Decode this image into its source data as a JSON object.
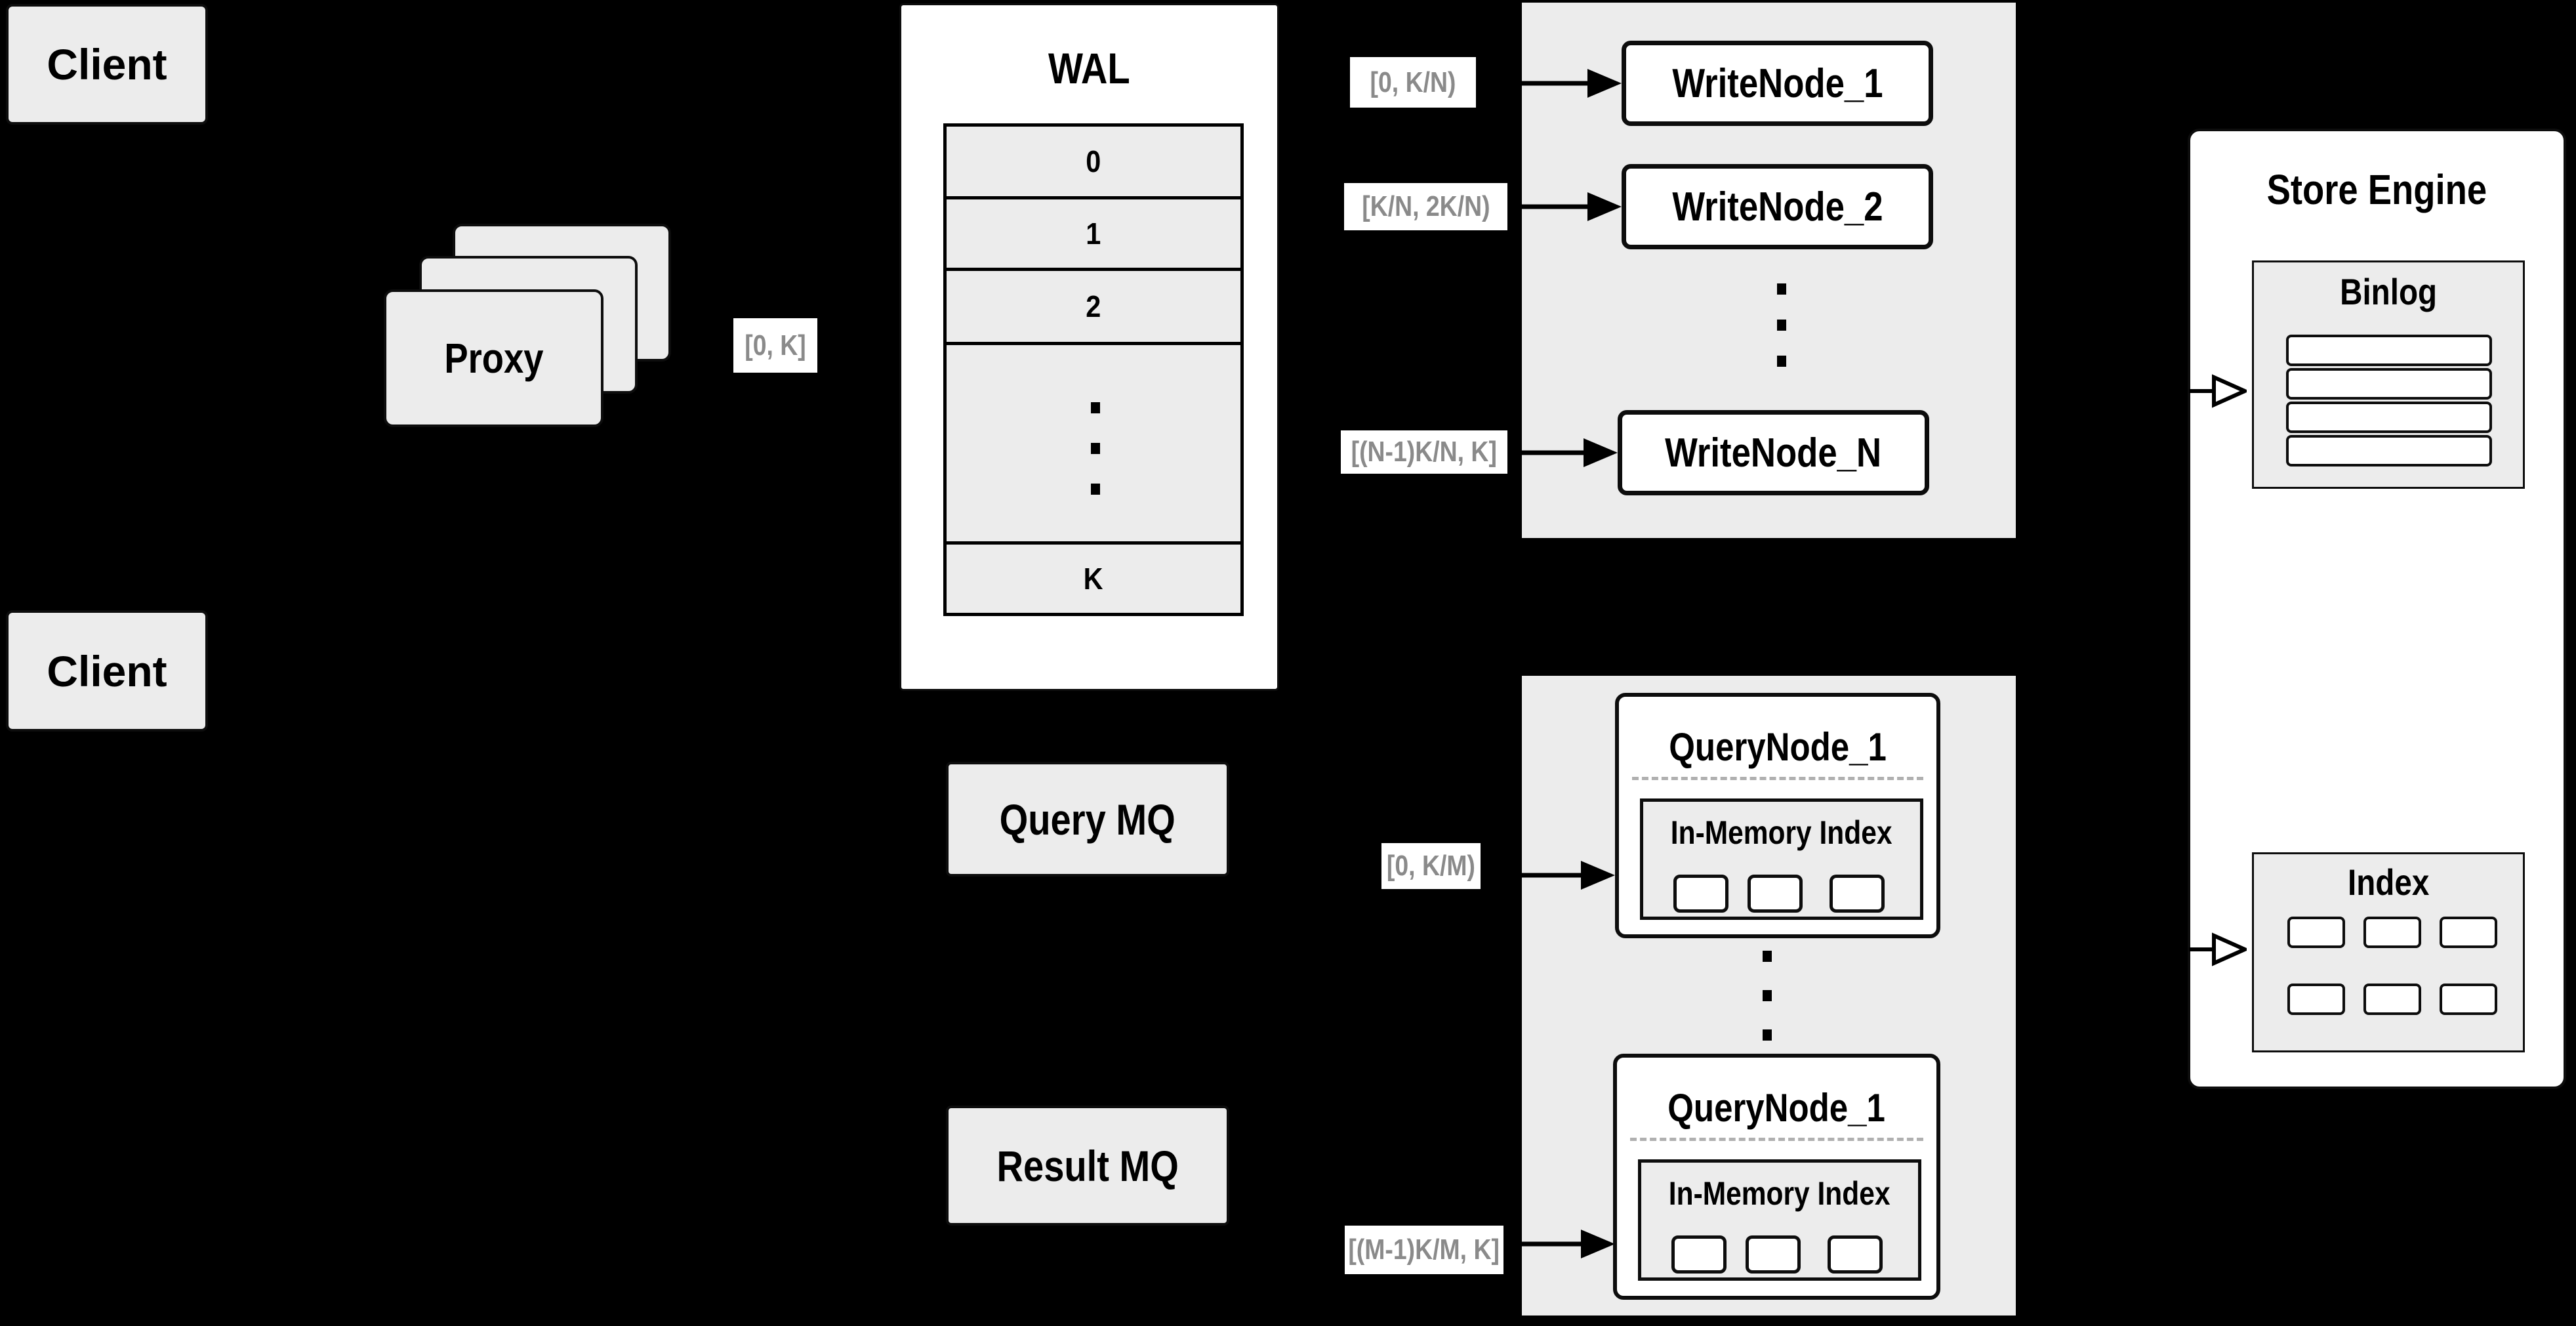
{
  "colors": {
    "background": "#000000",
    "box_fill": "#ececec",
    "panel_fill": "#ffffff",
    "stroke": "#0d0d0d",
    "muted_label_text": "#8a8a8a",
    "dashed_separator": "#b0b0b0"
  },
  "clients": {
    "top": "Client",
    "bottom": "Client"
  },
  "proxy": {
    "label": "Proxy",
    "range": "[0, K]"
  },
  "wal": {
    "title": "WAL",
    "rows": [
      "0",
      "1",
      "2",
      "K"
    ]
  },
  "write_side": {
    "labels": [
      "[0, K/N)",
      "[K/N, 2K/N)",
      "[(N-1)K/N, K]"
    ],
    "nodes": [
      "WriteNode_1",
      "WriteNode_2",
      "WriteNode_N"
    ]
  },
  "query_side": {
    "query_mq": "Query MQ",
    "result_mq": "Result MQ",
    "labels": [
      "[0, K/M)",
      "[(M-1)K/M, K]"
    ],
    "nodes": [
      {
        "title": "QueryNode_1",
        "subtitle": "In-Memory Index"
      },
      {
        "title": "QueryNode_1",
        "subtitle": "In-Memory Index"
      }
    ]
  },
  "store_engine": {
    "title": "Store Engine",
    "binlog_title": "Binlog",
    "index_title": "Index"
  }
}
